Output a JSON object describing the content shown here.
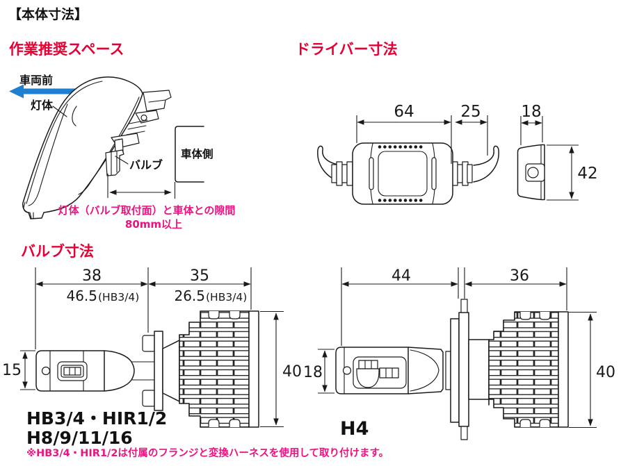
{
  "header": {
    "title": "【本体寸法】"
  },
  "colors": {
    "accent_red": "#e60033",
    "accent_pink": "#ec1380",
    "arrow_blue": "#1f7fd1",
    "line_black": "#1a1a1a"
  },
  "workspace": {
    "title": "作業推奨スペース",
    "vehicle_front_label": "車両前",
    "lamp_body_label": "灯体",
    "bulb_label": "バルブ",
    "body_side_label": "車体側",
    "gap_note_line1": "灯体（バルブ取付面）と車体との隙間",
    "gap_note_line2": "80mm以上"
  },
  "driver": {
    "title": "ドライバー寸法",
    "dim_body_length": "64",
    "dim_connector_length": "25",
    "dim_depth": "18",
    "dim_height": "42"
  },
  "bulbs": {
    "title": "バルブ寸法",
    "left": {
      "dim_front_length": "38",
      "dim_rear_length": "35",
      "alt_front_value": "46.5",
      "alt_front_suffix": "(HB3/4)",
      "alt_rear_value": "26.5",
      "alt_rear_suffix": "(HB3/4)",
      "dim_head_height": "15",
      "dim_heatsink_height": "40",
      "type_line1": "HB3/4・HIR1/2",
      "type_line2": "H8/9/11/16"
    },
    "right": {
      "dim_front_length": "44",
      "dim_rear_length": "36",
      "dim_head_height": "18",
      "dim_heatsink_height": "40",
      "type_label": "H4"
    },
    "footnote": "※HB3/4・HIR1/2は付属のフランジと変換ハーネスを使用して取り付けます。"
  }
}
